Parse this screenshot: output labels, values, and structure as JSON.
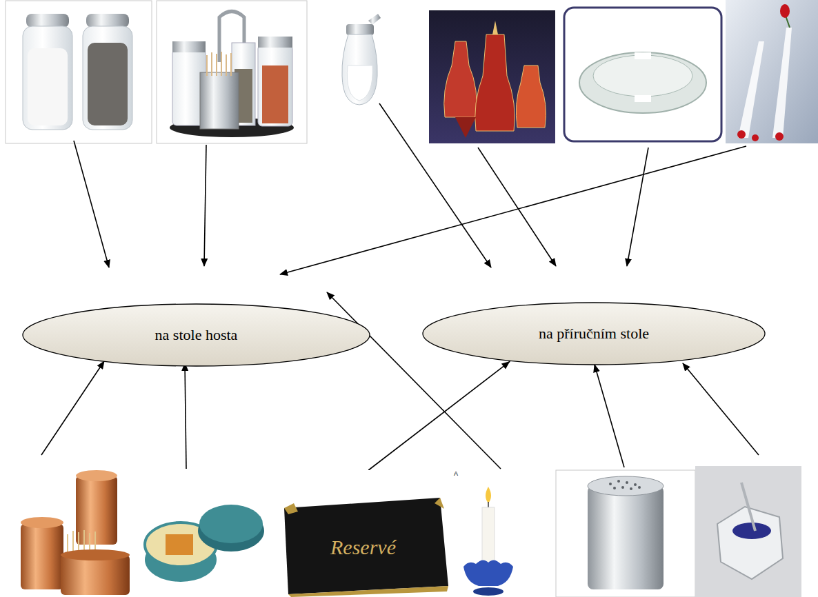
{
  "diagram": {
    "nodes": [
      {
        "text": [
          "na stole hosta"
        ]
      },
      {
        "text": [
          "na příručním stole"
        ]
      },
      {
        "text": [
          "Reservé"
        ]
      }
    ],
    "edges": [
      {
        "from": 2,
        "to": 1,
        "arrow": "to"
      }
    ],
    "labels": [
      "A"
    ]
  }
}
